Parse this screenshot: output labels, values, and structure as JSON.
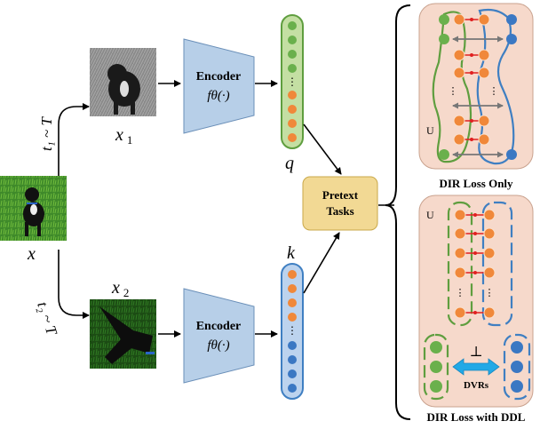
{
  "input": {
    "var": "x",
    "aug1_label": "t₁ ~ T",
    "aug2_label": "t₂ ~ T",
    "view1_var": "x",
    "view1_sub": "1",
    "view2_var": "x",
    "view2_sub": "2"
  },
  "encoder": {
    "label": "Encoder",
    "func": "fθ(·)",
    "count": 2
  },
  "embeddings": {
    "query_var": "q",
    "key_var": "k",
    "ellipsis": "⋮"
  },
  "pretext": {
    "line1": "Pretext",
    "line2": "Tasks"
  },
  "panels": {
    "top_title": "DIR Loss Only",
    "bottom_title": "DIR Loss with DDL",
    "u_label": "U",
    "perp_symbol": "⊥",
    "dvr_label": "DVRs"
  },
  "colors": {
    "orange_node": "#f0883a",
    "green_node": "#6ab04c",
    "blue_node": "#3b78c3",
    "encoder_fill": "#b7cfe8",
    "pretext_fill": "#f2d994",
    "panel_fill": "#f6d9cb",
    "green_border": "#5f9e3f",
    "blue_border": "#3f7fc2",
    "link_red": "#e02020"
  }
}
